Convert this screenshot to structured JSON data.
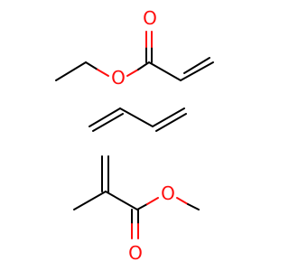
{
  "colors": {
    "bond": "#000000",
    "oxygen": "#ff0d0d",
    "background": "#ffffff"
  },
  "molecules": [
    {
      "atom_labels": [
        {
          "text": "O",
          "element": "oxygen"
        },
        {
          "text": "O",
          "element": "oxygen"
        }
      ]
    },
    {
      "atom_labels": []
    },
    {
      "atom_labels": [
        {
          "text": "O",
          "element": "oxygen"
        },
        {
          "text": "O",
          "element": "oxygen"
        }
      ]
    }
  ]
}
